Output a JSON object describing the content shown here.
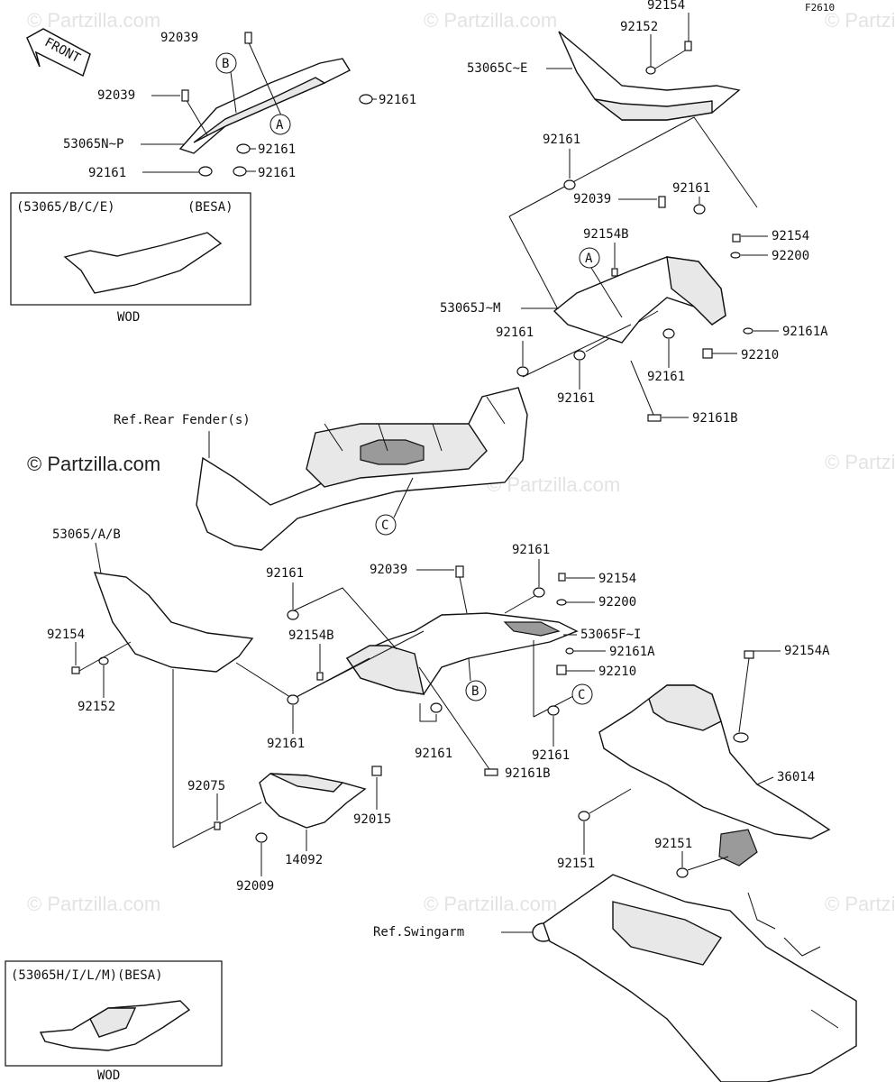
{
  "figure_code": "F2610",
  "front_label": "FRONT",
  "watermark": "© Partzilla.com",
  "insets": [
    {
      "title": "(53065/B/C/E)",
      "market": "(BESA)",
      "color": "WOD"
    },
    {
      "title": "(53065H/I/L/M)(BESA)",
      "color": "WOD"
    }
  ],
  "references": {
    "a": "A",
    "b": "B",
    "c": "C"
  },
  "labels": {
    "p92039_a": "92039",
    "p92039_b": "92039",
    "p92039_c": "92039",
    "p92039_d": "92039",
    "p92161_1": "92161",
    "p92161_2": "92161",
    "p92161_3": "92161",
    "p92161_4": "92161",
    "p92161_5": "92161",
    "p92161_6": "92161",
    "p92161_7": "92161",
    "p92161_8": "92161",
    "p92161_9": "92161",
    "p92161_10": "92161",
    "p92161_11": "92161",
    "p92161_12": "92161",
    "p92161_13": "92161",
    "p53065np": "53065N~P",
    "p92154_top": "92154",
    "p92152_top": "92152",
    "p53065ce": "53065C~E",
    "p92154_r": "92154",
    "p92200_r": "92200",
    "p92154b_1": "92154B",
    "p53065jm": "53065J~M",
    "p92161a_1": "92161A",
    "p92210_1": "92210",
    "p92161b_1": "92161B",
    "ref_rear_fender": "Ref.Rear Fender(s)",
    "p53065ab": "53065/A/B",
    "p92154_l": "92154",
    "p92152_l": "92152",
    "p92154b_2": "92154B",
    "p92154_m": "92154",
    "p92200_m": "92200",
    "p53065fi": "53065F~I",
    "p92161a_2": "92161A",
    "p92210_2": "92210",
    "p92154a": "92154A",
    "p92161b_2": "92161B",
    "p36014": "36014",
    "p92075": "92075",
    "p92015": "92015",
    "p14092": "14092",
    "p92009": "92009",
    "p92151_1": "92151",
    "p92151_2": "92151",
    "ref_swingarm": "Ref.Swingarm"
  }
}
